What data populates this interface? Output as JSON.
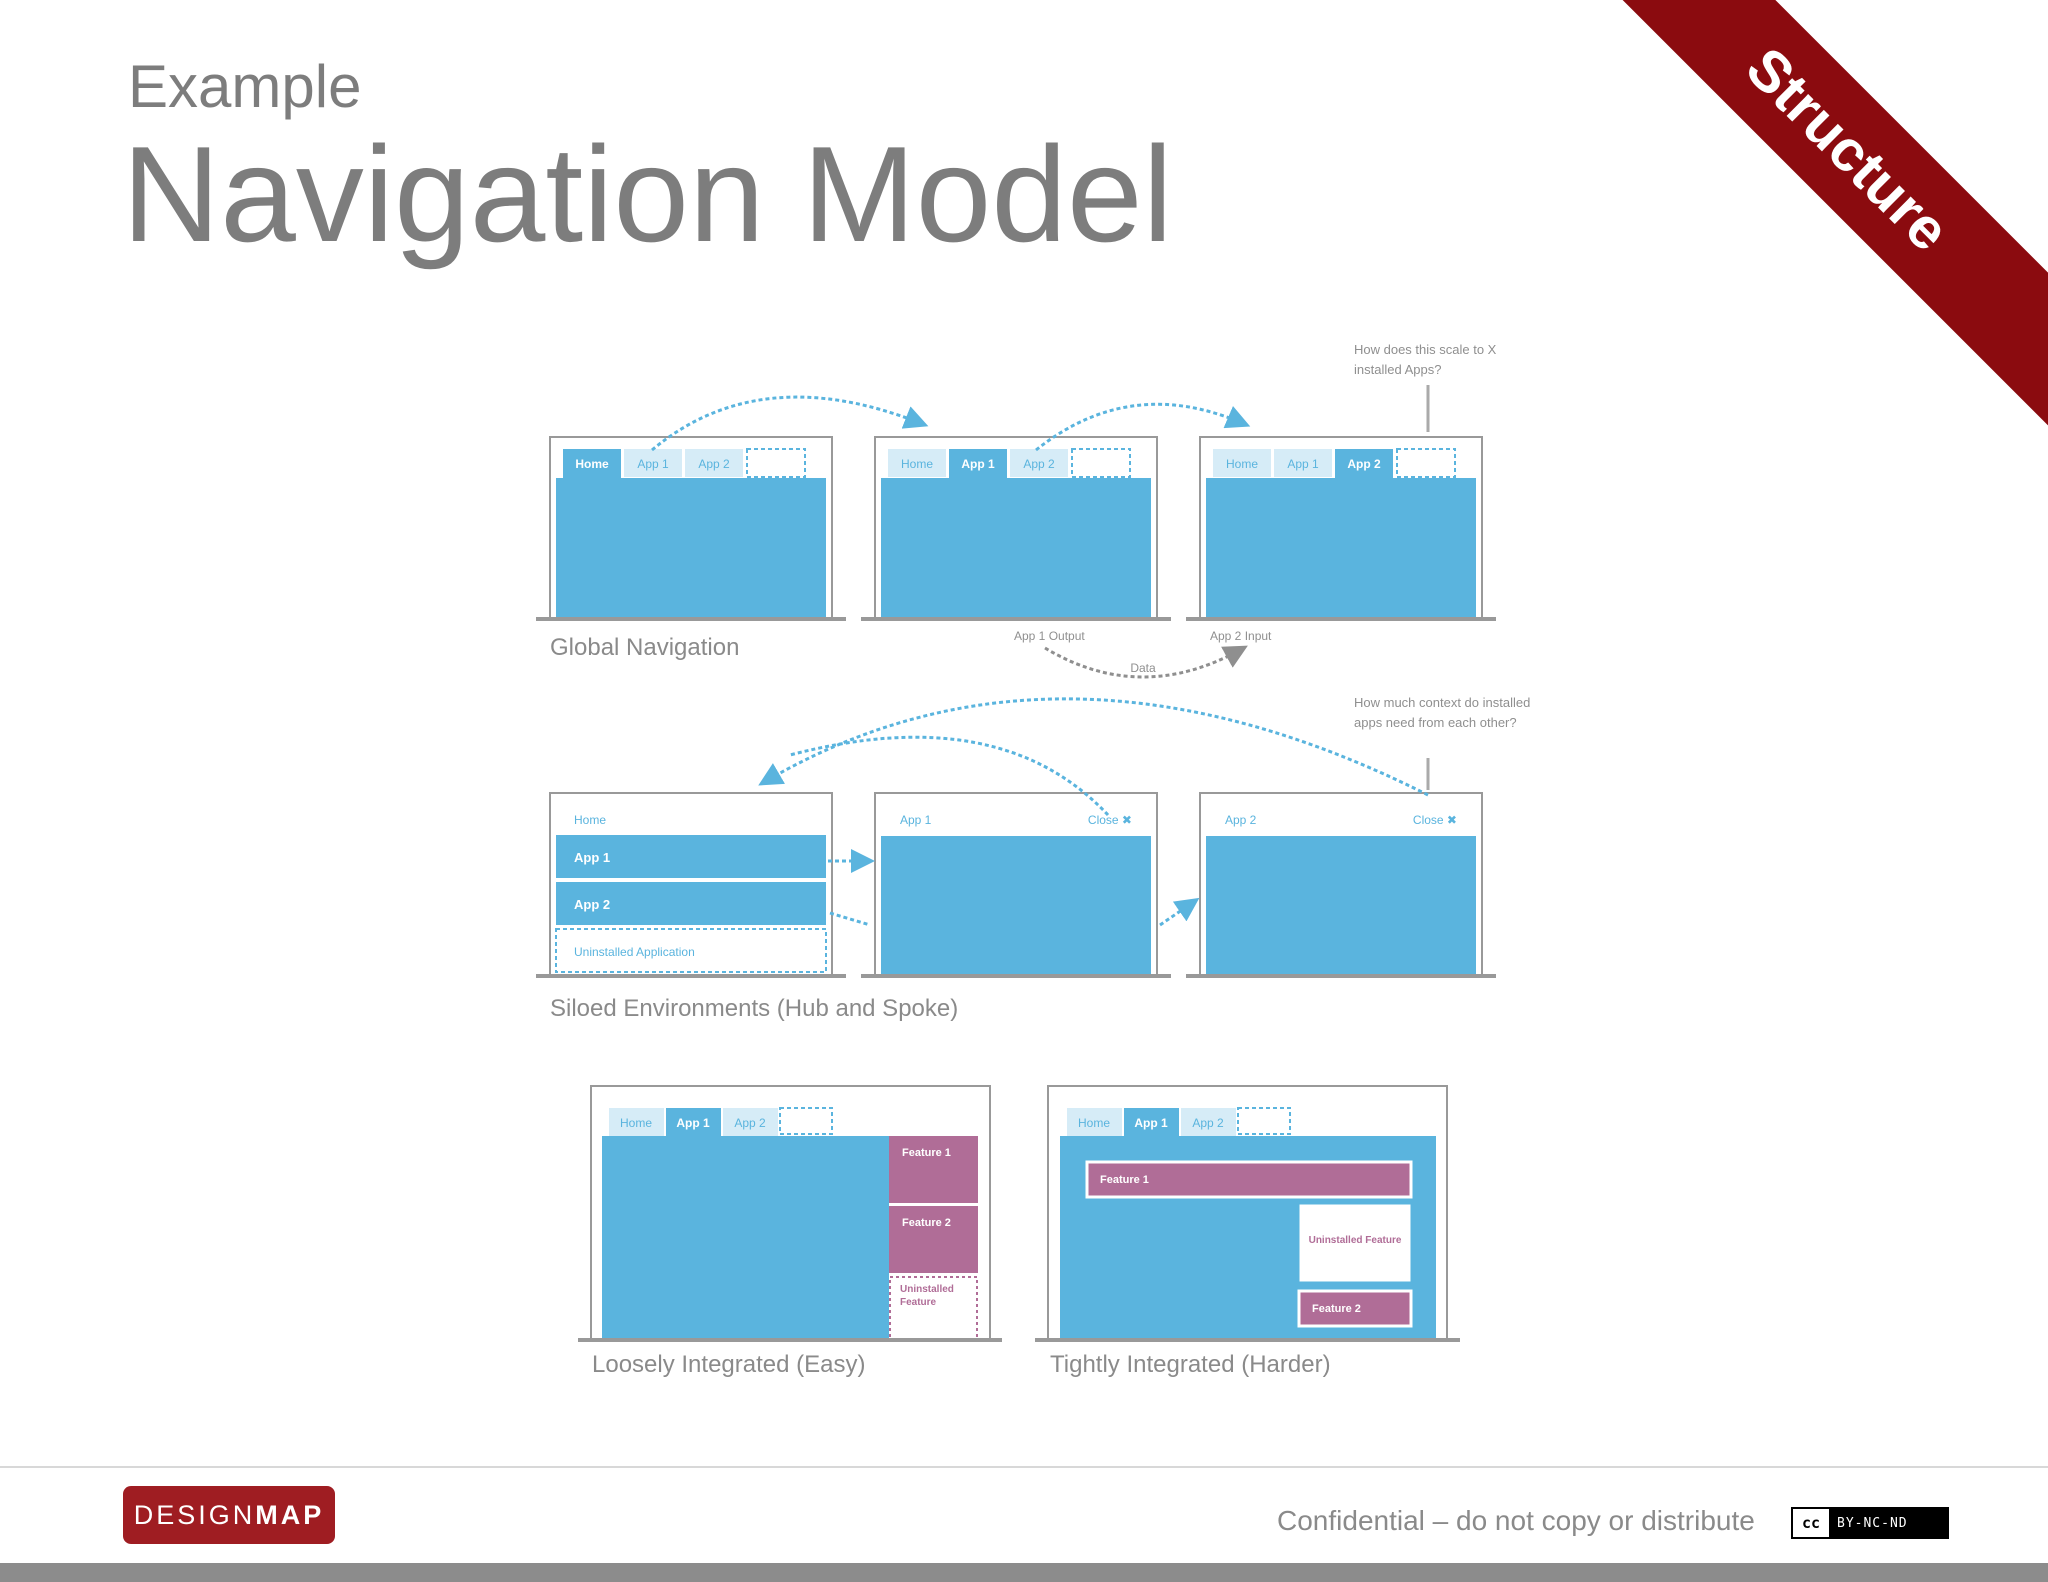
{
  "header": {
    "kicker": "Example",
    "title": "Navigation Model"
  },
  "ribbon": {
    "label": "Structure",
    "color": "#8b0b0f"
  },
  "colors": {
    "app_blue": "#5ab4de",
    "tab_light": "#d6ecf7",
    "feature_mauve": "#b06d97",
    "annotation_gray": "#8f8f8f"
  },
  "global": {
    "label": "Global Navigation",
    "tabs": [
      "Home",
      "App 1",
      "App 2"
    ],
    "note": "How does this scale to X installed Apps?",
    "output_label": "App 1 Output",
    "input_label": "App 2 Input",
    "data_label": "Data"
  },
  "siloed": {
    "label": "Siloed Environments (Hub and Spoke)",
    "hub_home": "Home",
    "hub_items": [
      "App 1",
      "App 2"
    ],
    "uninstalled": "Uninstalled Application",
    "app1_title": "App 1",
    "app2_title": "App 2",
    "close_label": "Close ✖",
    "note": "How much context do installed apps need from each other?"
  },
  "loose": {
    "label": "Loosely Integrated (Easy)",
    "tabs": [
      "Home",
      "App 1",
      "App 2"
    ],
    "feature1": "Feature 1",
    "feature2": "Feature 2",
    "uninstalled": "Uninstalled Feature"
  },
  "tight": {
    "label": "Tightly Integrated (Harder)",
    "tabs": [
      "Home",
      "App 1",
      "App 2"
    ],
    "feature1": "Feature 1",
    "feature2": "Feature 2",
    "uninstalled": "Uninstalled Feature"
  },
  "footer": {
    "logo_light": "DESIGN",
    "logo_bold": "MAP",
    "confidential": "Confidential – do not copy or distribute",
    "license_mark": "cc",
    "license_text": "BY-NC-ND"
  }
}
